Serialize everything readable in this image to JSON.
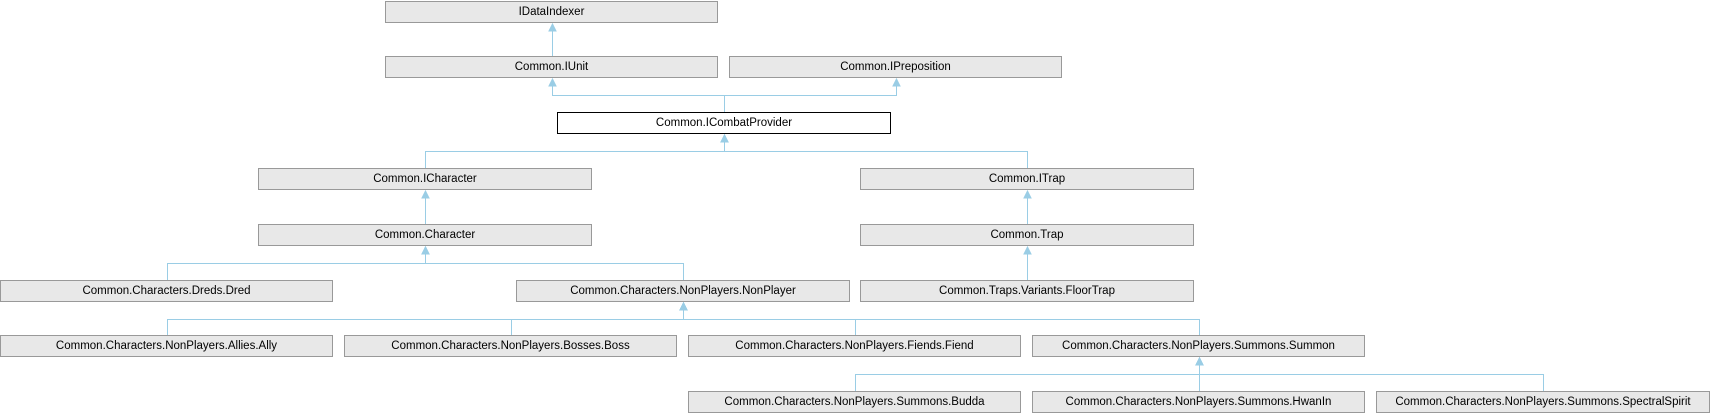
{
  "diagram": {
    "edge_color": "#9acde5",
    "nodes": {
      "idataindexer": "IDataIndexer",
      "iunit": "Common.IUnit",
      "ipreposition": "Common.IPreposition",
      "icombatprovider": "Common.ICombatProvider",
      "icharacter": "Common.ICharacter",
      "itrap": "Common.ITrap",
      "character": "Common.Character",
      "trap": "Common.Trap",
      "dred": "Common.Characters.Dreds.Dred",
      "nonplayer": "Common.Characters.NonPlayers.NonPlayer",
      "floortrap": "Common.Traps.Variants.FloorTrap",
      "ally": "Common.Characters.NonPlayers.Allies.Ally",
      "boss": "Common.Characters.NonPlayers.Bosses.Boss",
      "fiend": "Common.Characters.NonPlayers.Fiends.Fiend",
      "summon": "Common.Characters.NonPlayers.Summons.Summon",
      "budda": "Common.Characters.NonPlayers.Summons.Budda",
      "hwanin": "Common.Characters.NonPlayers.Summons.HwanIn",
      "spectralspirit": "Common.Characters.NonPlayers.Summons.SpectralSpirit"
    },
    "edges": [
      [
        "iunit",
        "idataindexer"
      ],
      [
        "icombatprovider",
        "iunit"
      ],
      [
        "icombatprovider",
        "ipreposition"
      ],
      [
        "icharacter",
        "icombatprovider"
      ],
      [
        "itrap",
        "icombatprovider"
      ],
      [
        "character",
        "icharacter"
      ],
      [
        "trap",
        "itrap"
      ],
      [
        "dred",
        "character"
      ],
      [
        "nonplayer",
        "character"
      ],
      [
        "floortrap",
        "trap"
      ],
      [
        "ally",
        "nonplayer"
      ],
      [
        "boss",
        "nonplayer"
      ],
      [
        "fiend",
        "nonplayer"
      ],
      [
        "summon",
        "nonplayer"
      ],
      [
        "budda",
        "summon"
      ],
      [
        "hwanin",
        "summon"
      ],
      [
        "spectralspirit",
        "summon"
      ]
    ]
  }
}
